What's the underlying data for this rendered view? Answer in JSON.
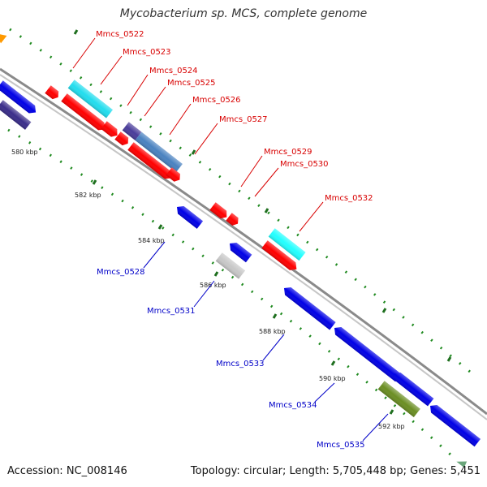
{
  "title": "Mycobacterium sp. MCS, complete genome",
  "footer": {
    "accession": "Accession: NC_008146",
    "summary": "Topology: circular; Length: 5,705,448 bp; Genes: 5,451"
  },
  "colors": {
    "backbone": "#8a8a8a",
    "tick": "#1f8a1f",
    "forward_label": "#d80000",
    "reverse_label": "#0000c8"
  },
  "kbp_labels": [
    "580 kbp",
    "582 kbp",
    "584 kbp",
    "586 kbp",
    "588 kbp",
    "590 kbp",
    "592 kbp"
  ],
  "forward_genes": [
    "Mmcs_0522",
    "Mmcs_0523",
    "Mmcs_0524",
    "Mmcs_0525",
    "Mmcs_0526",
    "Mmcs_0527",
    "Mmcs_0529",
    "Mmcs_0530",
    "Mmcs_0532"
  ],
  "reverse_genes": [
    "Mmcs_0528",
    "Mmcs_0531",
    "Mmcs_0533",
    "Mmcs_0534",
    "Mmcs_0535"
  ]
}
